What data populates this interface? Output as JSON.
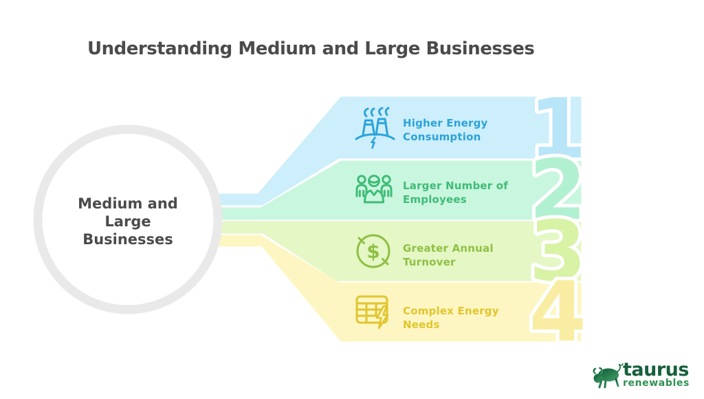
{
  "title": "Understanding Medium and Large Businesses",
  "center": {
    "label": "Medium and\nLarge\nBusinesses",
    "ring_color": "#e9e9e9"
  },
  "items": [
    {
      "number": "1",
      "label": "Higher Energy\nConsumption",
      "icon": "factory-energy-icon",
      "band_color": "#cdeefb",
      "accent": "#2ba3da",
      "number_fill": "#b9e5f8"
    },
    {
      "number": "2",
      "label": "Larger Number of\nEmployees",
      "icon": "employees-group-icon",
      "band_color": "#c9f6de",
      "accent": "#3ebc77",
      "number_fill": "#b2f0d2"
    },
    {
      "number": "3",
      "label": "Greater Annual\nTurnover",
      "icon": "dollar-coin-icon",
      "icon_glyph": "$",
      "band_color": "#e4f7c5",
      "accent": "#8fc044",
      "number_fill": "#d8f2a6"
    },
    {
      "number": "4",
      "label": "Complex Energy\nNeeds",
      "icon": "energy-table-bolt-icon",
      "band_color": "#fdf6c2",
      "accent": "#e0c52e",
      "number_fill": "#f8eda2"
    }
  ],
  "colors": {
    "title_text": "#4b4b4b",
    "background": "#ffffff"
  },
  "logo": {
    "brand": "taurus",
    "subbrand": "renewables",
    "brand_color": "#17603c",
    "subbrand_color": "#2f9150",
    "bull_gradient": [
      "#0c5a35",
      "#44a168"
    ]
  }
}
